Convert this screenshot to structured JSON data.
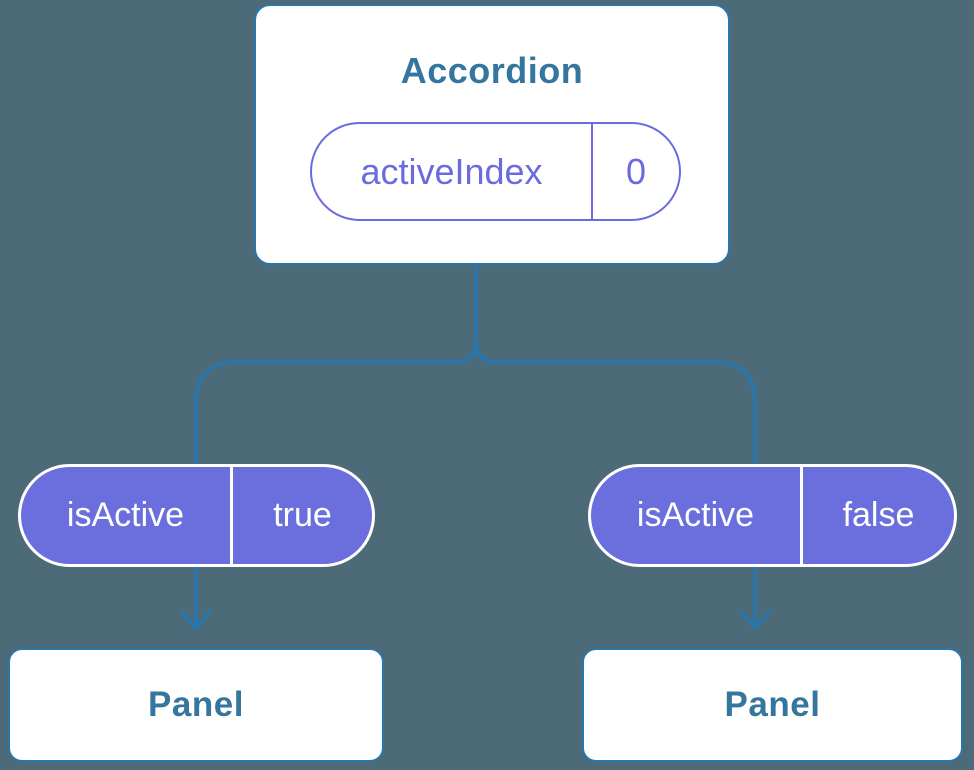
{
  "colors": {
    "background": "#4d6a78",
    "line_blue": "#2a76ab",
    "box_text_blue": "#35769f",
    "pill_purple": "#6a6fdd",
    "outline_purple": "#6b6be0",
    "box_fill": "#ffffff",
    "pill_text": "#ffffff"
  },
  "diagram": {
    "root": {
      "title": "Accordion",
      "prop": {
        "name": "activeIndex",
        "value": "0"
      }
    },
    "state_pills": [
      {
        "name": "isActive",
        "value": "true"
      },
      {
        "name": "isActive",
        "value": "false"
      }
    ],
    "panels": [
      {
        "label": "Panel"
      },
      {
        "label": "Panel"
      }
    ]
  }
}
